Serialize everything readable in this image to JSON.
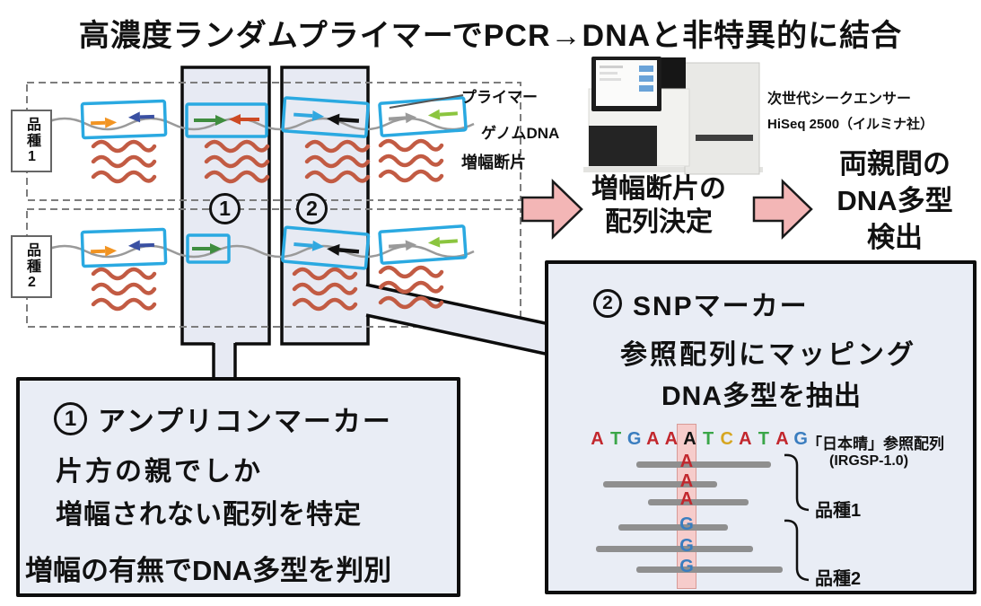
{
  "title": "高濃度ランダムプライマーでPCR→DNAと非特異的に結合",
  "diagram": {
    "variety1_label": "品種1",
    "variety2_label": "品種2",
    "primer_label": "プライマー",
    "genome_label": "ゲノムDNA",
    "fragment_label": "増幅断片",
    "column1_number": "1",
    "column2_number": "2",
    "primer_pair_colors": {
      "pair1": [
        "#f29422",
        "#3a50a2"
      ],
      "pair2": [
        "#3f8d3f",
        "#cd4a24"
      ],
      "pair3": [
        "#31a8e0",
        "#111111"
      ],
      "pair4": [
        "#9a9a9a",
        "#8bc53f"
      ]
    },
    "primer_box_color": "#2aa9e1",
    "fragment_color": "#c25b43",
    "genome_line_color": "#9a9a9a",
    "column_fill": "#e7eaf3"
  },
  "sequencer": {
    "line1": "次世代シークエンサー",
    "line2": "HiSeq 2500（イルミナ社）"
  },
  "flow": {
    "step1_line1": "増幅断片の",
    "step1_line2": "配列決定",
    "step2_line1": "両親間の",
    "step2_line2": "DNA多型",
    "step2_line3": "検出",
    "arrow_fill": "#f3b6b6"
  },
  "amplicon_box": {
    "number": "1",
    "heading": "アンプリコンマーカー",
    "line1": "片方の親でしか",
    "line2": "増幅されない配列を特定",
    "line3": "増幅の有無でDNA多型を判別"
  },
  "snp_box": {
    "number": "2",
    "heading": "SNPマーカー",
    "line1": "参照配列にマッピング",
    "line2": "DNA多型を抽出",
    "sequence": [
      "A",
      "T",
      "G",
      "A",
      "A",
      "A",
      "T",
      "C",
      "A",
      "T",
      "A",
      "G"
    ],
    "highlight_index": 5,
    "base_colors": {
      "A": "#c2272d",
      "T": "#3aa648",
      "G": "#3a7dbf",
      "C": "#d6a621",
      "highlight": "#111111"
    },
    "reads_variety1": [
      "A",
      "A",
      "A"
    ],
    "reads_variety2": [
      "G",
      "G",
      "G"
    ],
    "reference_label_line1": "「日本晴」参照配列",
    "reference_label_line2": "(IRGSP-1.0)",
    "variety1_label": "品種1",
    "variety2_label": "品種2"
  }
}
